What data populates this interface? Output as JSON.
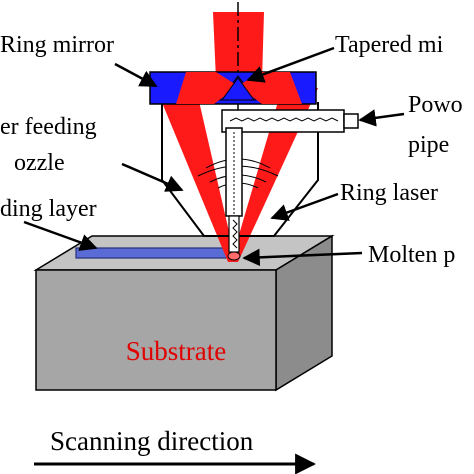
{
  "labels": {
    "ring_mirror": "Ring mirror",
    "tapered_mirror": "Tapered mi",
    "powder_pipe_1": "Powo",
    "powder_pipe_2": "pipe",
    "feeding_nozzle_1": "er feeding",
    "feeding_nozzle_2": "ozzle",
    "ring_laser": "Ring laser",
    "cladding_layer": "ding layer",
    "molten_pool": "Molten p",
    "substrate": "Substrate",
    "scanning_direction": "Scanning direction"
  },
  "colors": {
    "laser": "#ff1a1a",
    "mirror": "#1a1aff",
    "substrate_front": "#a6a6a6",
    "substrate_top": "#c4c4c4",
    "substrate_side": "#8c8c8c",
    "cladding": "#5a6bd6",
    "substrate_text": "#e00000"
  }
}
